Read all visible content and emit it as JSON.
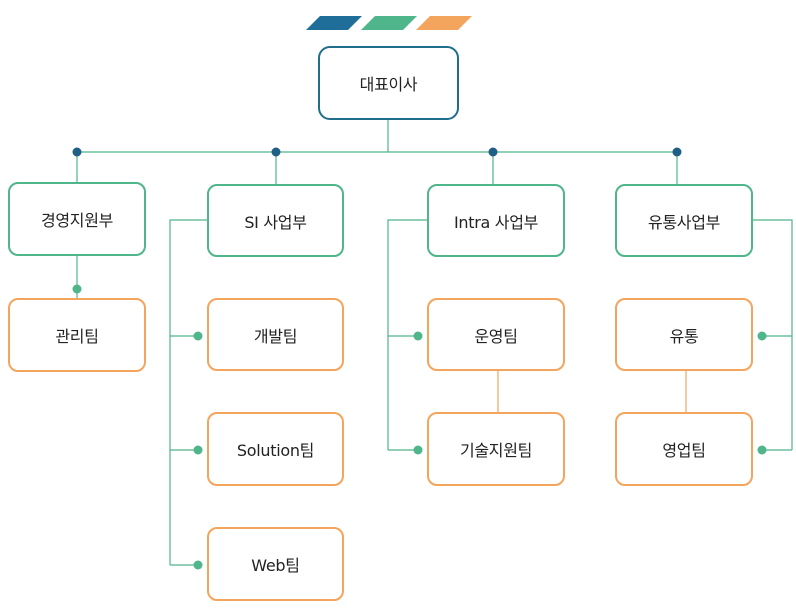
{
  "colors": {
    "ceo_border": "#1f6e8c",
    "dept_border": "#4fb58b",
    "team_border": "#f4a55d",
    "line": "#4fb58b",
    "top_dot": "#1f5f85",
    "bar_blue": "#1f6e9a",
    "bar_green": "#4fb58b",
    "bar_orange": "#f4a55d"
  },
  "ceo": {
    "label": "대표이사"
  },
  "departments": [
    {
      "label": "경영지원부",
      "teams": [
        {
          "label": "관리팀"
        }
      ]
    },
    {
      "label": "SI 사업부",
      "teams": [
        {
          "label": "개발팀"
        },
        {
          "label": "Solution팀"
        },
        {
          "label": "Web팀"
        }
      ]
    },
    {
      "label": "Intra 사업부",
      "teams": [
        {
          "label": "운영팀"
        },
        {
          "label": "기술지원팀"
        }
      ]
    },
    {
      "label": "유통사업부",
      "teams": [
        {
          "label": "유통"
        },
        {
          "label": "영업팀"
        }
      ]
    }
  ]
}
